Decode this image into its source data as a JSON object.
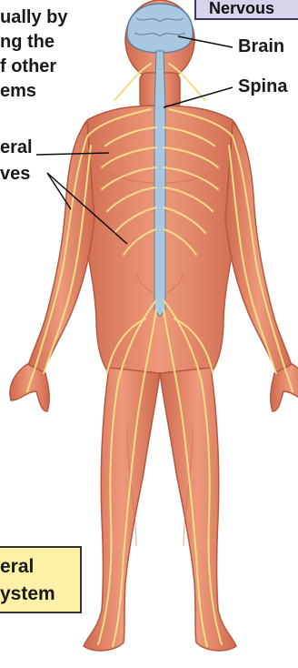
{
  "intro_text": [
    "ually by",
    "ng the",
    "f other",
    "ems"
  ],
  "tab_label": "Nervous",
  "labels": {
    "brain": "Brain",
    "spinal": "Spina",
    "peripheral_nerves": [
      "eral",
      "ves"
    ]
  },
  "pns_box": [
    "eral",
    "ystem"
  ],
  "colors": {
    "skin": "#e58768",
    "skin_dark": "#c9684d",
    "nerve": "#f2dc86",
    "brain": "#a9c7de",
    "pns_box_fill": "#fdf1a8",
    "tab_fill": "#d6d4ea"
  }
}
